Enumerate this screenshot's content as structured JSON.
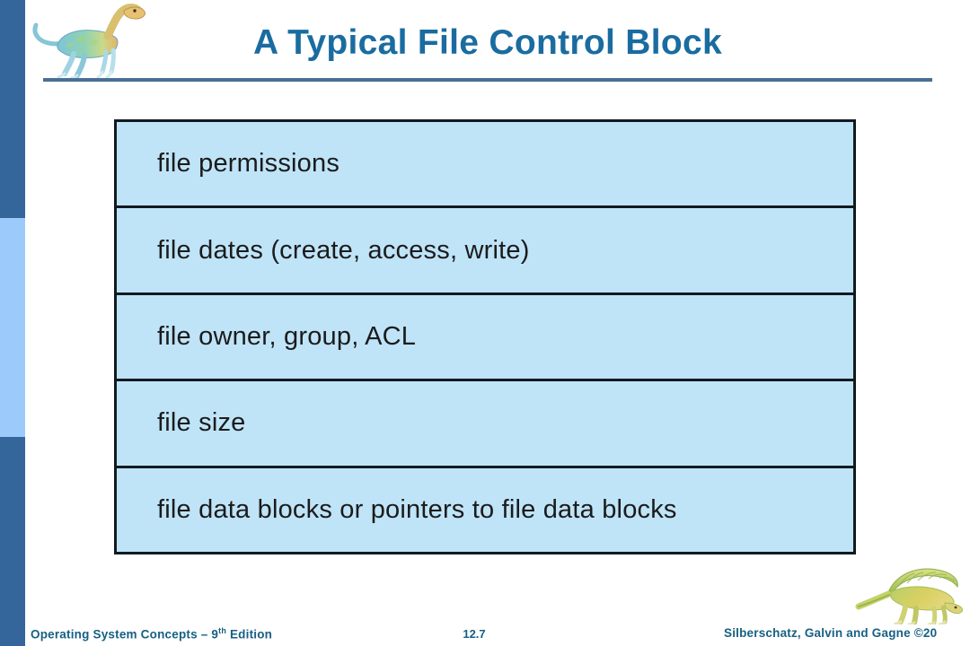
{
  "slide": {
    "title": "A Typical File Control Block",
    "background_color": "#ffffff",
    "title_color": "#1a6ca0",
    "rule_color": "#4a6f96"
  },
  "side_bar": {
    "segments": [
      {
        "name": "top",
        "color": "#34659b"
      },
      {
        "name": "middle",
        "color": "#9ccbfb"
      },
      {
        "name": "bottom",
        "color": "#34659b"
      }
    ]
  },
  "decorations": {
    "top_left_icon": "dinosaur-icon",
    "bottom_right_icon": "dinosaur-icon"
  },
  "fcb": {
    "fill_color": "#bfe4f8",
    "border_color": "#111a20",
    "rows": [
      {
        "label": "file permissions"
      },
      {
        "label": "file dates (create, access, write)"
      },
      {
        "label": "file owner, group, ACL"
      },
      {
        "label": "file size"
      },
      {
        "label": "file data blocks or pointers to file data blocks"
      }
    ]
  },
  "footer": {
    "book": "Operating System Concepts",
    "edition_dash": " – 9",
    "edition_sup": "th",
    "edition_suffix": " Edition",
    "page_number": "12.7",
    "credit": "Silberschatz, Galvin and Gagne ©20",
    "color": "#176084"
  }
}
